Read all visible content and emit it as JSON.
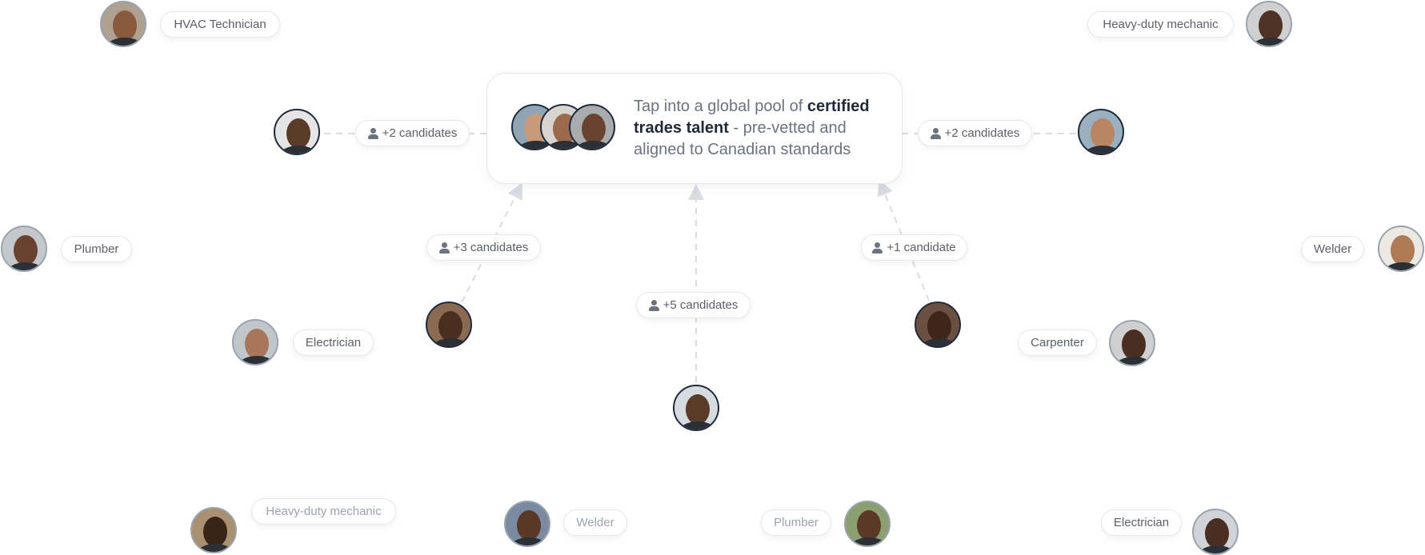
{
  "card": {
    "text_before": "Tap into a global pool of ",
    "text_bold": "certified trades talent",
    "text_after": " - pre-vetted and aligned to Canadian standards"
  },
  "connector_pills": [
    {
      "label": "+2 candidates",
      "icon": "person-icon"
    },
    {
      "label": "+2 candidates",
      "icon": "person-icon"
    },
    {
      "label": "+3 candidates",
      "icon": "person-icon"
    },
    {
      "label": "+5 candidates",
      "icon": "person-icon"
    },
    {
      "label": "+1 candidate",
      "icon": "person-icon"
    }
  ],
  "role_labels": [
    "HVAC Technician",
    "Heavy-duty mechanic",
    "Plumber",
    "Welder",
    "Electrician",
    "Carpenter",
    "Heavy-duty mechanic",
    "Welder",
    "Plumber",
    "Electrician"
  ],
  "colors": {
    "line": "#d9dde3",
    "avatar_border_connected": "#1f2a3d",
    "label_text": "#5b5f66",
    "label_faded": "#9ca3af"
  }
}
